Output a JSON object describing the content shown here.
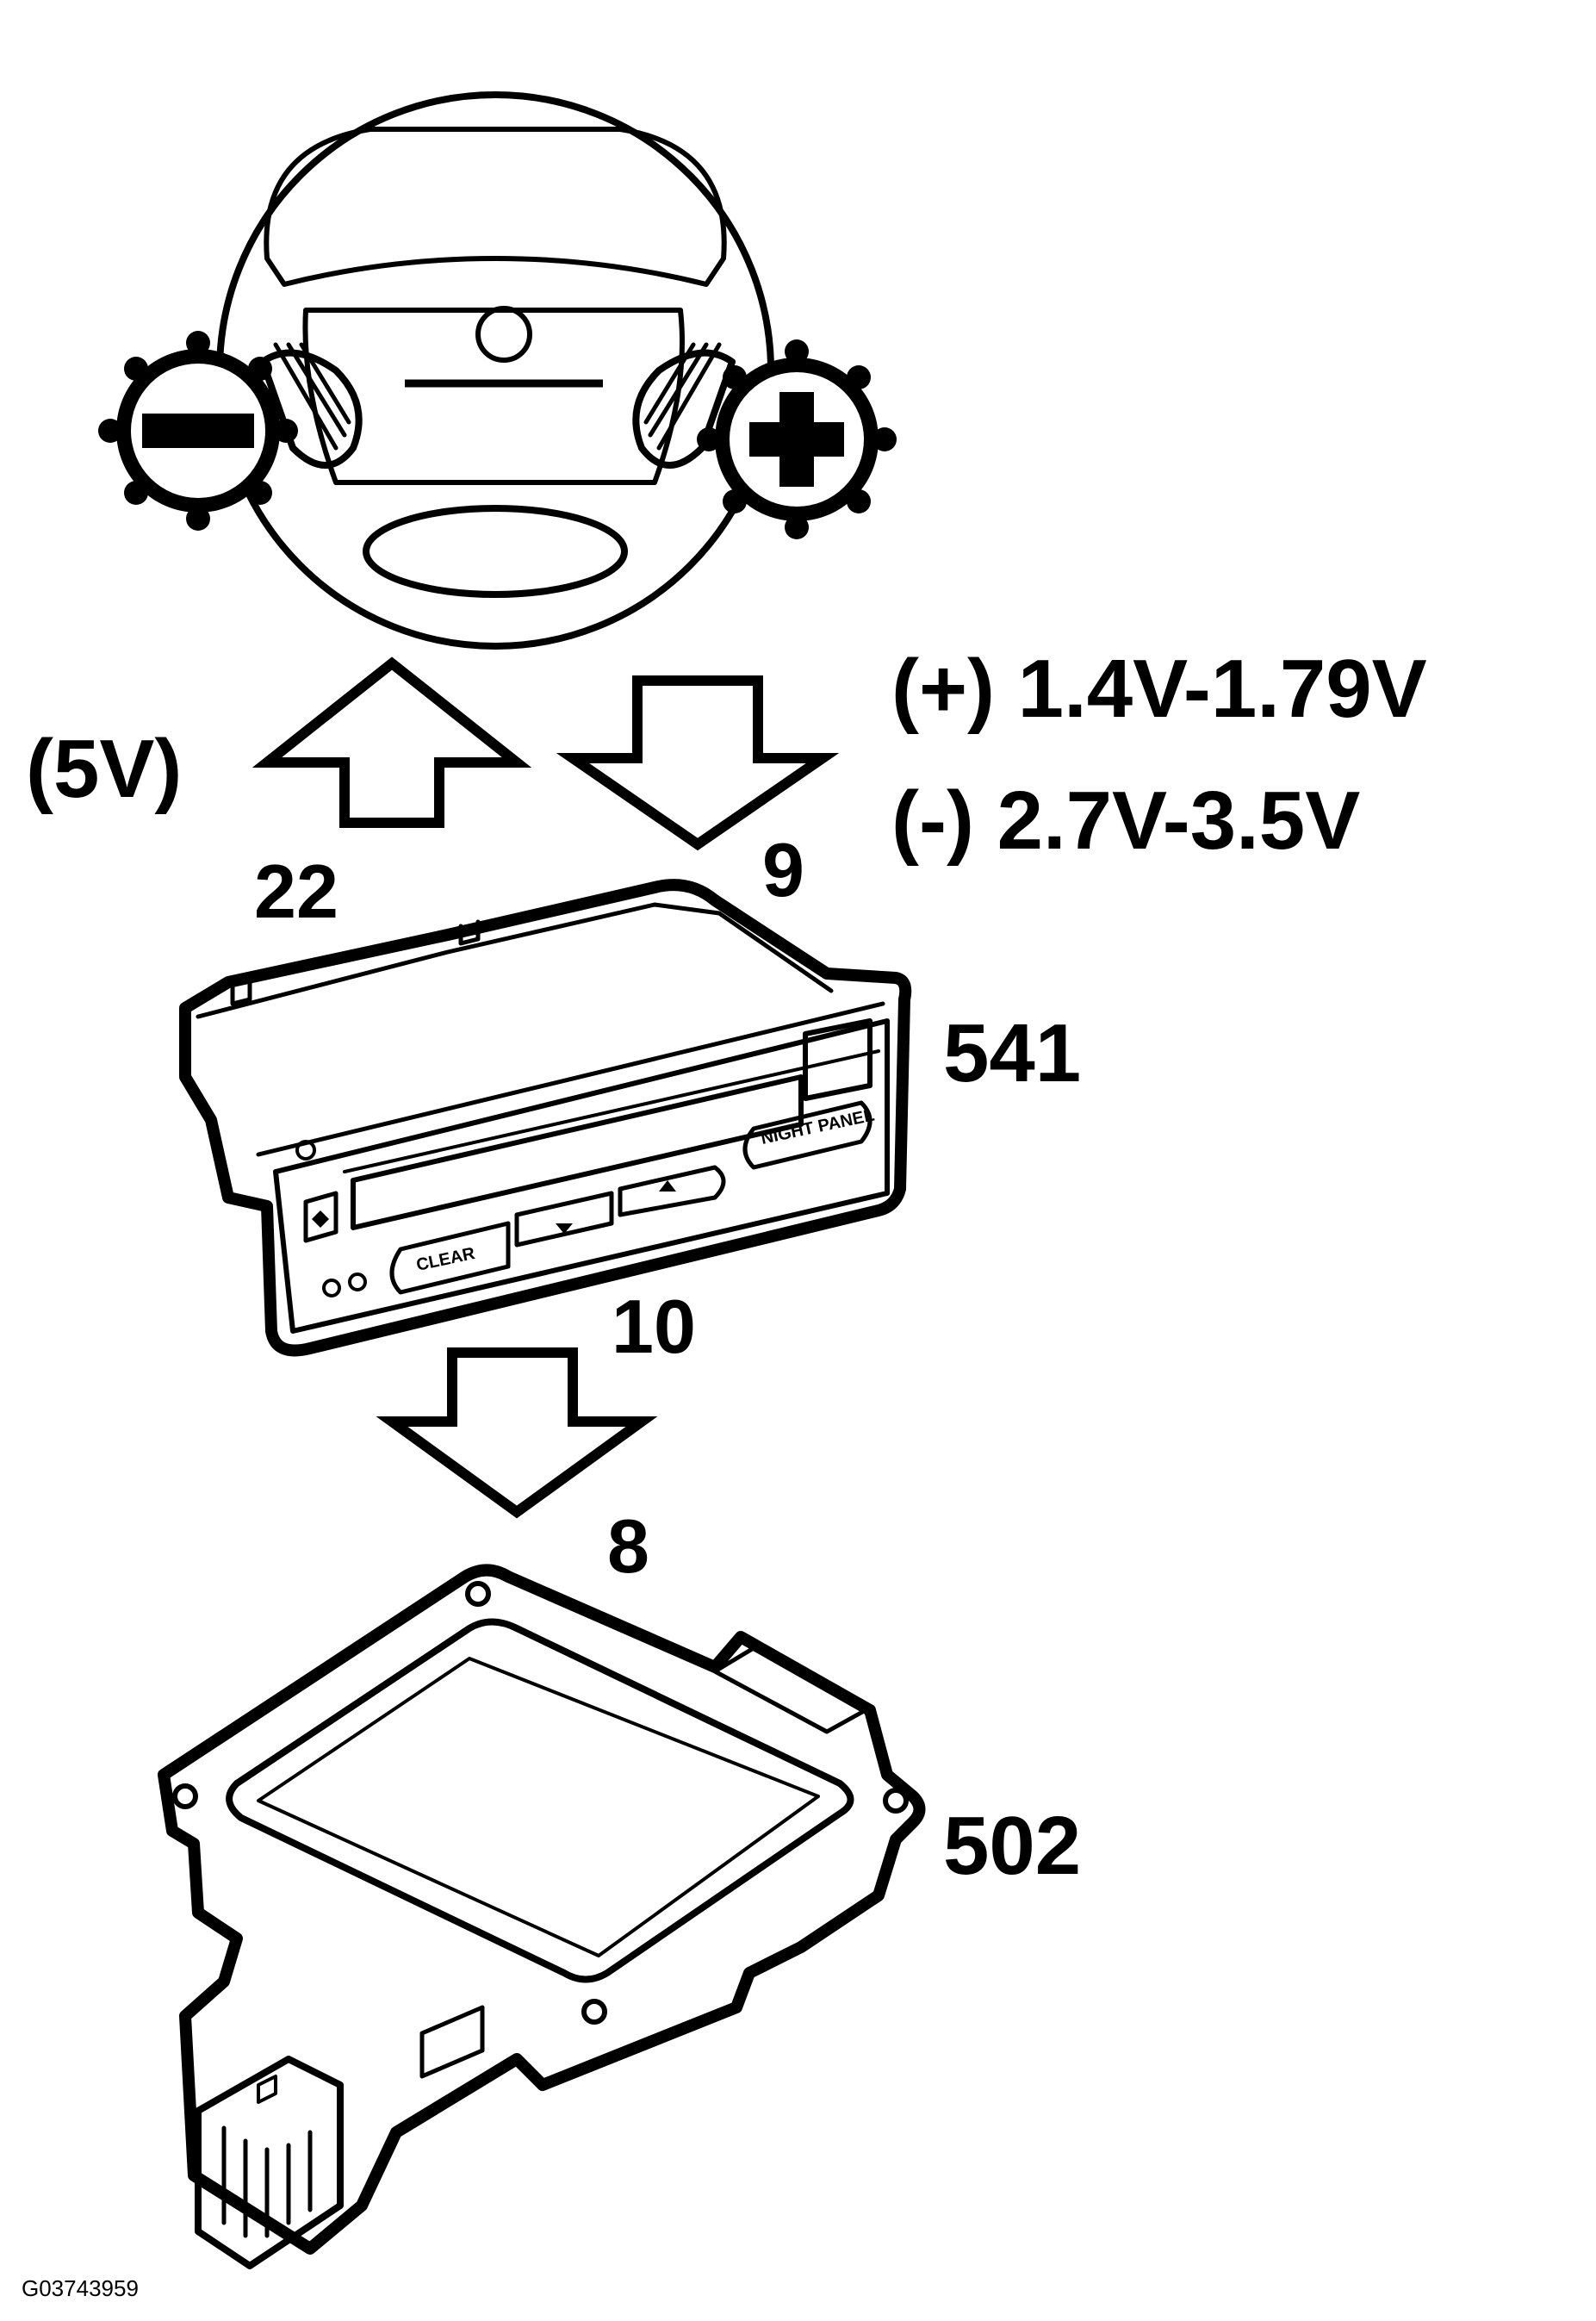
{
  "voltage_input": "(5V)",
  "voltage_plus": "(+) 1.4V-1.79V",
  "voltage_minus": "(-) 2.7V-3.5V",
  "pin_22": "22",
  "pin_9": "9",
  "pin_10": "10",
  "pin_8": "8",
  "component_541": "541",
  "component_502": "502",
  "button_labels": {
    "clear": "CLEAR",
    "night_panel": "NIGHT PANEL"
  },
  "figure_id": "G03743959"
}
